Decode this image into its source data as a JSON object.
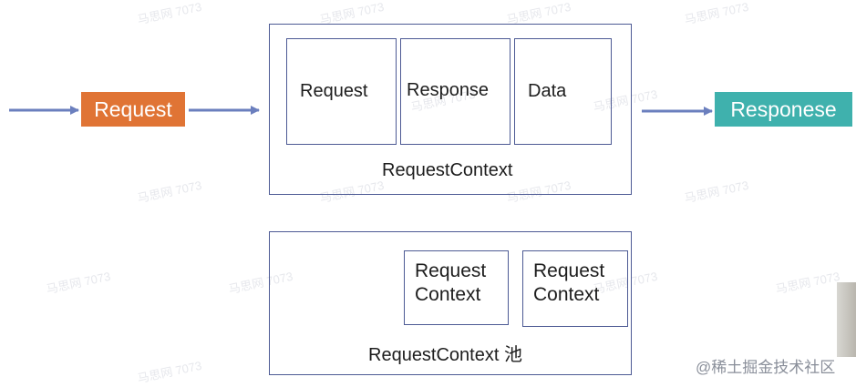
{
  "colors": {
    "border": "#4d5a94",
    "request_pill": "#e07435",
    "response_pill": "#3fb1ad",
    "arrow": "#6b7fbe"
  },
  "request_pill": {
    "label": "Request"
  },
  "response_pill": {
    "label": "Responese"
  },
  "request_context": {
    "title": "RequestContext",
    "cells": [
      {
        "label": "Request"
      },
      {
        "label": "Response"
      },
      {
        "label": "Data"
      }
    ]
  },
  "pool": {
    "title": "RequestContext 池",
    "items": [
      {
        "line1": "Request",
        "line2": "Context"
      },
      {
        "line1": "Request",
        "line2": "Context"
      }
    ]
  },
  "watermark_text": "马思网 7073",
  "credit": "@稀土掘金技术社区"
}
